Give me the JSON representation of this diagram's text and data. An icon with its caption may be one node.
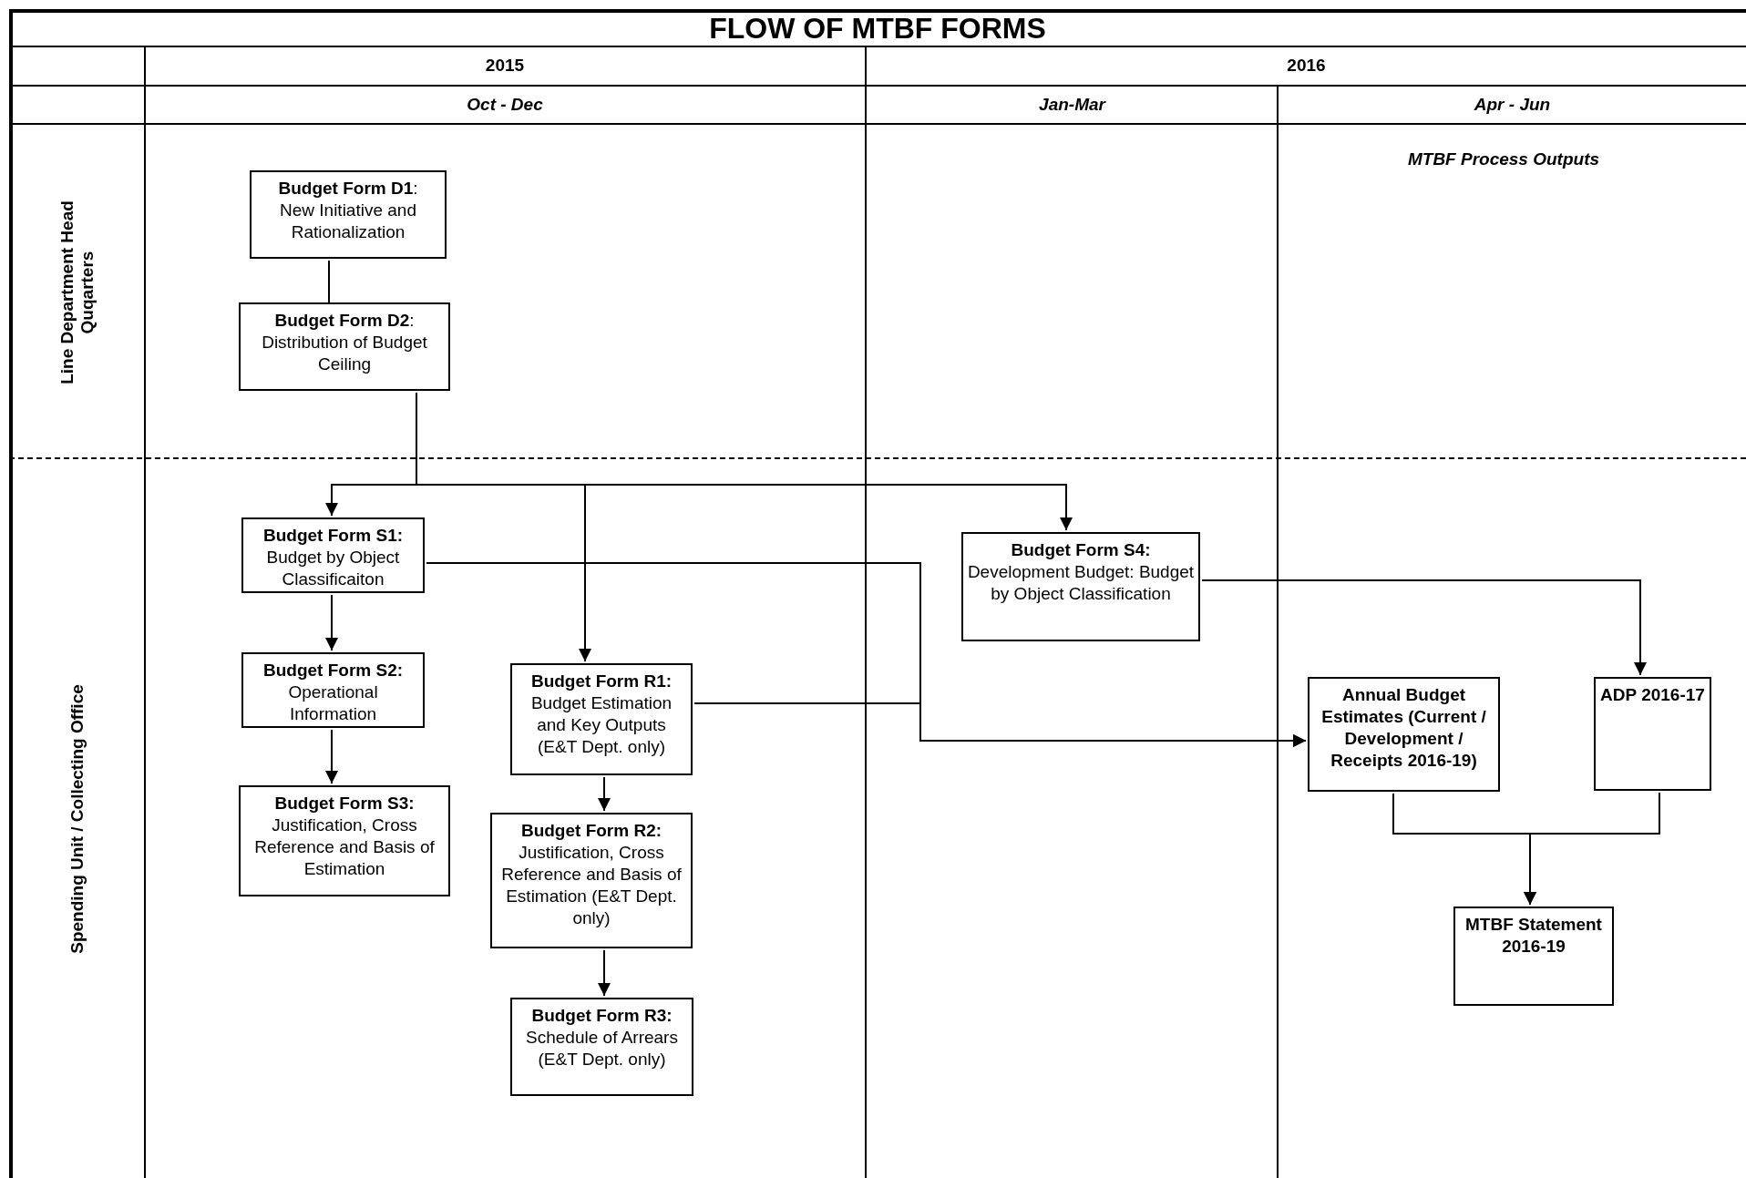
{
  "diagram": {
    "title": "FLOW OF MTBF FORMS",
    "nodes": [
      {
        "text": [
          "Line Department Head Quqarters"
        ]
      },
      {
        "text": [
          "**Budget Form D1**:",
          "New Initiative and Rationalization"
        ],
        "in": 0
      },
      {
        "text": [
          "**Budget Form D2**:",
          "Distribution of Budget Ceiling"
        ],
        "in": 0
      },
      {
        "text": [
          "Spending Unit / Collecting Office"
        ]
      },
      {
        "text": [
          "Budget Form S1:",
          "Budget by Object Classificaiton"
        ],
        "in": 3
      },
      {
        "text": [
          "Budget Form S2:",
          "Operational Information"
        ],
        "in": 3
      },
      {
        "text": [
          "Budget Form S3:",
          "Justification, Cross Reference and Basis of Estimation"
        ],
        "in": 3
      },
      {
        "text": [
          "Budget Form R1:",
          "Budget Estimation and Key Outputs (E&T Dept. only)"
        ],
        "in": 3
      },
      {
        "text": [
          "Budget Form R2:",
          "Justification, Cross Reference and Basis of Estimation (E&T Dept. only)"
        ],
        "in": 3
      },
      {
        "text": [
          "Budget Form R3:",
          "Schedule of Arrears (E&T Dept. only)"
        ],
        "in": 3
      },
      {
        "text": [
          "Budget Form S4:",
          "Development Budget: Budget by Object Classification"
        ],
        "in": 3
      },
      {
        "text": [
          "Annual Budget Estimates (Current / Development / Receipts 2016-19)"
        ],
        "in": 3
      },
      {
        "text": [
          "ADP 2016-17"
        ],
        "in": 3
      },
      {
        "text": [
          "MTBF Statement 2016-19"
        ],
        "in": 3
      }
    ],
    "edges": [
      {
        "from": 1,
        "to": 2,
        "arrow": "none"
      },
      {
        "from": 2,
        "to": 4,
        "arrow": "to"
      },
      {
        "from": 2,
        "to": 7,
        "arrow": "to"
      },
      {
        "from": 2,
        "to": 10,
        "arrow": "to"
      },
      {
        "from": 4,
        "to": 5,
        "arrow": "to"
      },
      {
        "from": 5,
        "to": 6,
        "arrow": "to"
      },
      {
        "from": 7,
        "to": 8,
        "arrow": "to"
      },
      {
        "from": 8,
        "to": 9,
        "arrow": "to"
      },
      {
        "from": 4,
        "to": 11,
        "arrow": "to"
      },
      {
        "from": 7,
        "to": 11,
        "arrow": "to"
      },
      {
        "from": 10,
        "to": 12,
        "arrow": "to"
      },
      {
        "from": 11,
        "to": 13,
        "arrow": "to"
      },
      {
        "from": 12,
        "to": 13,
        "arrow": "to"
      }
    ],
    "labels": [
      "2015",
      "2016",
      "Oct - Dec",
      "Jan-Mar",
      "Apr - Jun",
      "MTBF Process Outputs"
    ]
  }
}
